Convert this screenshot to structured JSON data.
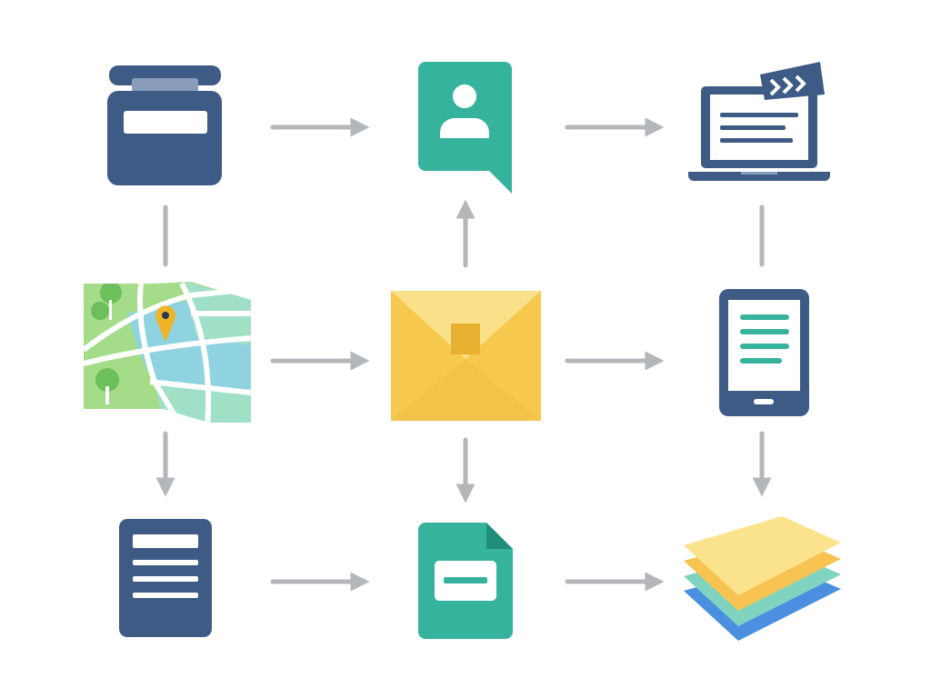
{
  "colors": {
    "navy": "#3e5b86",
    "navy_light": "#8a9cbb",
    "teal": "#36b39d",
    "teal_dark": "#1f8f7c",
    "yellow": "#f6c94e",
    "yellow_light": "#fbe08a",
    "yellow_dark": "#e8b031",
    "arrow": "#b3b6bb",
    "map_green": "#a5dc8a",
    "map_blue": "#8fd3e0",
    "map_teal": "#9fe0c7",
    "map_tree": "#6cbf5a",
    "pin": "#f0b429",
    "layer_yellow": "#fbe38d",
    "layer_orange": "#f7c452",
    "layer_teal": "#7fd3bf",
    "layer_blue": "#4a8fe0"
  },
  "nodes": [
    {
      "id": "storage-box",
      "icon": "archive-box-icon"
    },
    {
      "id": "user-message",
      "icon": "user-chat-bubble-icon"
    },
    {
      "id": "laptop-video",
      "icon": "laptop-clapperboard-icon"
    },
    {
      "id": "map",
      "icon": "map-pin-icon"
    },
    {
      "id": "envelope",
      "icon": "envelope-icon"
    },
    {
      "id": "tablet",
      "icon": "tablet-icon"
    },
    {
      "id": "document",
      "icon": "document-icon"
    },
    {
      "id": "file",
      "icon": "file-icon"
    },
    {
      "id": "layers",
      "icon": "layers-icon"
    }
  ],
  "edges": [
    {
      "from": "storage-box",
      "to": "user-message",
      "type": "arrow"
    },
    {
      "from": "user-message",
      "to": "laptop-video",
      "type": "arrow"
    },
    {
      "from": "storage-box",
      "to": "map",
      "type": "line"
    },
    {
      "from": "envelope",
      "to": "user-message",
      "type": "arrow"
    },
    {
      "from": "laptop-video",
      "to": "tablet",
      "type": "line"
    },
    {
      "from": "map",
      "to": "envelope",
      "type": "arrow"
    },
    {
      "from": "envelope",
      "to": "tablet",
      "type": "arrow"
    },
    {
      "from": "map",
      "to": "document",
      "type": "arrow"
    },
    {
      "from": "envelope",
      "to": "file",
      "type": "arrow"
    },
    {
      "from": "tablet",
      "to": "layers",
      "type": "arrow"
    },
    {
      "from": "document",
      "to": "file",
      "type": "arrow"
    },
    {
      "from": "file",
      "to": "layers",
      "type": "arrow"
    }
  ]
}
